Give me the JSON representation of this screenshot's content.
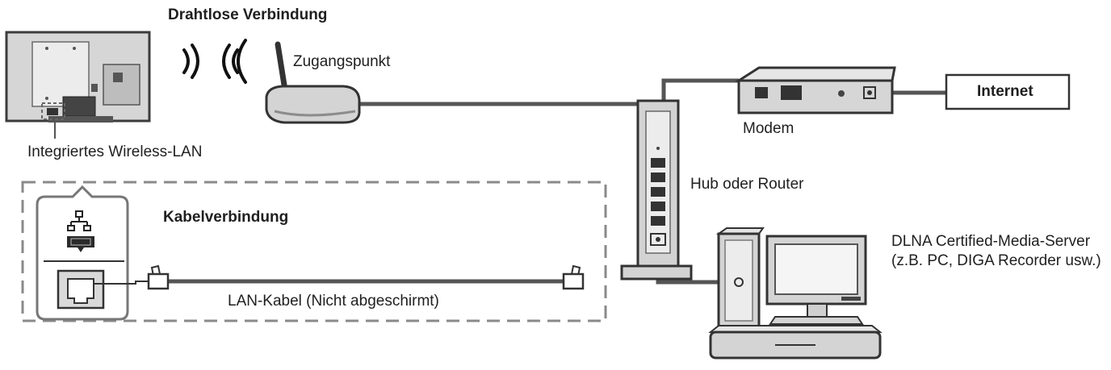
{
  "labels": {
    "wireless_title": "Drahtlose Verbindung",
    "access_point": "Zugangspunkt",
    "integrated_wlan": "Integriertes Wireless-LAN",
    "modem": "Modem",
    "internet": "Internet",
    "hub_router": "Hub oder Router",
    "wired_title": "Kabelverbindung",
    "lan_cable": "LAN-Kabel (Nicht abgeschirmt)",
    "dlna_server": "DLNA Certified-Media-Server (z.B. PC, DIGA Recorder usw.)"
  },
  "colors": {
    "line": "#555555",
    "device_fill": "#d9d9d9",
    "device_stroke": "#3c3c3c",
    "dashed_box": "#8a8a8a"
  },
  "icons": [
    "tv-icon",
    "wifi-waves-icon",
    "access-point-icon",
    "modem-icon",
    "hub-router-icon",
    "pc-icon",
    "lan-port-icon",
    "network-icon"
  ]
}
